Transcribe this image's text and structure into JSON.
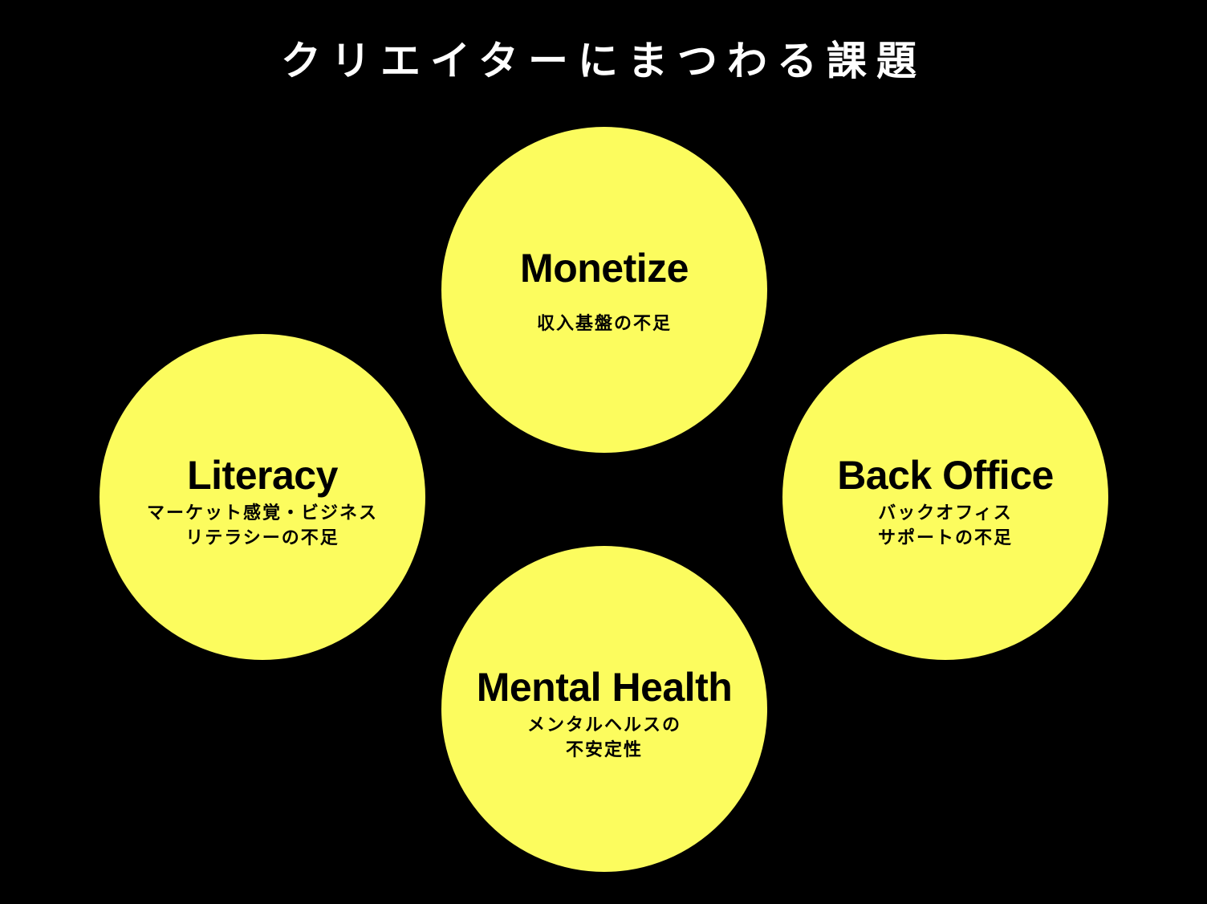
{
  "title": "クリエイターにまつわる課題",
  "colors": {
    "background": "#000000",
    "circle_fill": "#fcfc5e",
    "title_text": "#ffffff",
    "circle_text": "#000000"
  },
  "circles": [
    {
      "heading": "Monetize",
      "lines": [
        "収入基盤の不足"
      ]
    },
    {
      "heading": "Literacy",
      "lines": [
        "マーケット感覚・ビジネス",
        "リテラシーの不足"
      ]
    },
    {
      "heading": "Back Office",
      "lines": [
        "バックオフィス",
        "サポートの不足"
      ]
    },
    {
      "heading": "Mental Health",
      "lines": [
        "メンタルヘルスの",
        "不安定性"
      ]
    }
  ]
}
